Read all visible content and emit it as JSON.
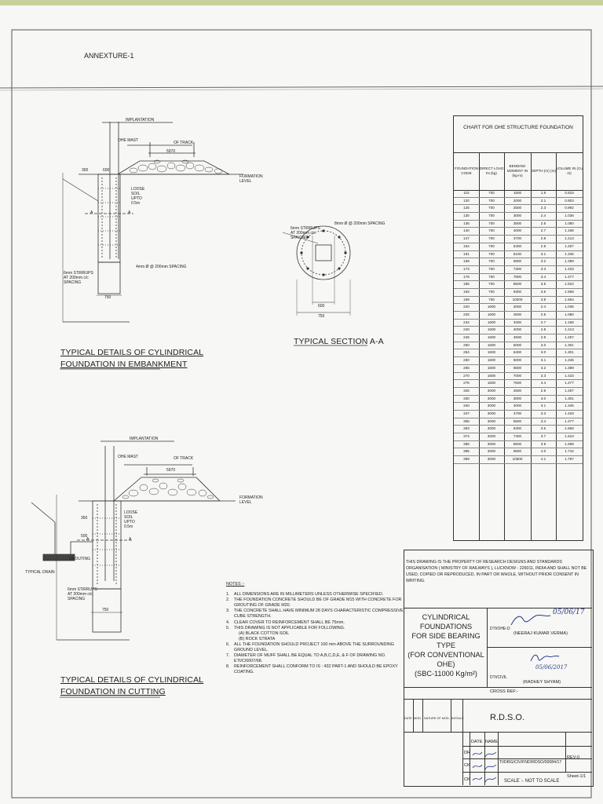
{
  "annexure": "ANNEXTURE-1",
  "views": {
    "embankment": {
      "title_line1": "TYPICAL DETAILS OF CYLINDRICAL",
      "title_line2": "FOUNDATION IN EMBANKMENT"
    },
    "section": {
      "title": "TYPICAL SECTION A-A"
    },
    "cutting": {
      "title_line1": "TYPICAL DETAILS OF CYLINDRICAL",
      "title_line2": "FOUNDATION IN CUTTING"
    }
  },
  "labels": {
    "implantation": "IMPLANTATION",
    "ohe_mast": "OHE MAST",
    "of_track": "OF TRACK",
    "track_dim": "5970",
    "formation_level": "FORMATION LEVEL",
    "loose_soil": "LOOSE SOIL UPTO 0.5m",
    "dim_300": "300",
    "dim_600": "600",
    "dim_750": "750",
    "dim_600_section": "600",
    "dim_750_section": "750",
    "stirrups": "6mm STIRRUPS AT 200mm c/c SPACING",
    "bar_spacing": "8mm Ø @ 200mm SPACING",
    "spacing_4mm": "4mm Ø @ 200mm SPACING",
    "a_mark": "A",
    "grouting": "GROUTING",
    "typical_drain": "TYPICAL DRAIN",
    "dim_350": "350",
    "dim_500": "500"
  },
  "chart": {
    "title": "CHART FOR OHE STRUCTURE FOUNDATION",
    "headers": [
      "FOUNDATION CODE",
      "DIRECT LOAD IN (kg)",
      "BENDING MOMENT IN (kg-m)",
      "DEPTH (m) (m)",
      "VOLUME IN (Cu m)"
    ],
    "rows": [
      [
        "115",
        "700",
        "1500",
        "1.9",
        "0.815"
      ],
      [
        "120",
        "700",
        "2000",
        "2.1",
        "0.903"
      ],
      [
        "125",
        "700",
        "2500",
        "2.3",
        "0.992"
      ],
      [
        "130",
        "700",
        "3000",
        "2.4",
        "1.036"
      ],
      [
        "135",
        "700",
        "3500",
        "2.5",
        "1.080"
      ],
      [
        "140",
        "700",
        "4000",
        "2.7",
        "1.168"
      ],
      [
        "147",
        "700",
        "4700",
        "2.8",
        "1.213"
      ],
      [
        "154",
        "700",
        "5400",
        "2.9",
        "1.257"
      ],
      [
        "161",
        "700",
        "6100",
        "3.1",
        "1.345"
      ],
      [
        "168",
        "700",
        "6800",
        "3.2",
        "1.389"
      ],
      [
        "173",
        "700",
        "7300",
        "3.3",
        "1.433"
      ],
      [
        "178",
        "700",
        "7800",
        "3.4",
        "1.477"
      ],
      [
        "185",
        "700",
        "8500",
        "3.5",
        "1.522"
      ],
      [
        "193",
        "700",
        "9300",
        "3.6",
        "1.566"
      ],
      [
        "199",
        "700",
        "10000",
        "3.8",
        "1.654"
      ],
      [
        "220",
        "1600",
        "2000",
        "2.4",
        "1.036"
      ],
      [
        "225",
        "1600",
        "2500",
        "2.5",
        "1.080"
      ],
      [
        "234",
        "1600",
        "3400",
        "2.7",
        "1.168"
      ],
      [
        "240",
        "1600",
        "4000",
        "2.8",
        "1.213"
      ],
      [
        "245",
        "1600",
        "4500",
        "2.9",
        "1.257"
      ],
      [
        "250",
        "1600",
        "5000",
        "3.0",
        "1.301"
      ],
      [
        "254",
        "1600",
        "5400",
        "3.0",
        "1.301"
      ],
      [
        "260",
        "1600",
        "6000",
        "3.1",
        "1.345"
      ],
      [
        "265",
        "1600",
        "6500",
        "3.2",
        "1.389"
      ],
      [
        "270",
        "1600",
        "7000",
        "3.3",
        "1.433"
      ],
      [
        "275",
        "1600",
        "7500",
        "3.4",
        "1.477"
      ],
      [
        "325",
        "3000",
        "2500",
        "2.9",
        "1.257"
      ],
      [
        "330",
        "3000",
        "3000",
        "3.0",
        "1.301"
      ],
      [
        "340",
        "3000",
        "4000",
        "3.1",
        "1.345"
      ],
      [
        "347",
        "3000",
        "4700",
        "3.3",
        "1.433"
      ],
      [
        "355",
        "3000",
        "5500",
        "3.4",
        "1.477"
      ],
      [
        "363",
        "3000",
        "6300",
        "3.6",
        "1.566"
      ],
      [
        "374",
        "3000",
        "7400",
        "3.7",
        "1.610"
      ],
      [
        "385",
        "3000",
        "8500",
        "3.9",
        "1.698"
      ],
      [
        "395",
        "3000",
        "9500",
        "4.0",
        "1.742"
      ],
      [
        "399",
        "3000",
        "10500",
        "4.1",
        "1.787"
      ]
    ]
  },
  "notes": {
    "title": "NOTES :-",
    "items": [
      {
        "num": "1.",
        "text": "ALL DIMENSIONS ARE IN MILLIMETERS UNLESS OTHERWISE SPECIFIED."
      },
      {
        "num": "2.",
        "text": "THE FOUNDATION CONCRETE SHOULD BE OF GRADE M15 WITH CONCRETE FOR GROUTING OF GRADE M20."
      },
      {
        "num": "3.",
        "text": "THE CONCRETE SHALL HAVE MINIMUM 28 DAYS CHARACTERISTIC COMPRESSIVE CUBE STRENGTH."
      },
      {
        "num": "4.",
        "text": "CLEAR COVER TO REINFORCEMENT SHALL BE 75mm."
      },
      {
        "num": "5.",
        "text": "THIS DRAWING IS NOT APPLICABLE FOR FOLLOWING."
      },
      {
        "num": "",
        "text": "(A)  BLACK COTTON SOIL"
      },
      {
        "num": "",
        "text": "(B)  ROCK STRATA"
      },
      {
        "num": "6.",
        "text": "ALL THE FOUNDATION SHOULD PROJECT 100 mm ABOVE THE SURROUNDING GROUND LEVEL."
      },
      {
        "num": "7.",
        "text": "DIAMETER OF MUFF SHALL BE EQUAL TO A,B,C,D,E, & F OF DRAWING NO. ETI/C/0007/68."
      },
      {
        "num": "8.",
        "text": "REINFORCEMENT SHALL CONFORM TO IS : 432 PART-1 AND SHOULD BE EPOXY COATING."
      }
    ]
  },
  "title_block": {
    "property_notice": "THIS DRAWING IS THE PROPERTY OF RESEARCH DESIGNS AND STANDARDS ORGANISATION ( MINISTRY OF RAILWAYS ), LUCKNOW - 226011, INDIA AND SHALL NOT BE USED, COPIED OR REPRODUCED, IN PART OR WHOLE, WITHOUT PRIOR CONSENT IN WRITING.",
    "title_line1": "CYLINDRICAL FOUNDATIONS",
    "title_line2": "FOR SIDE BEARING TYPE",
    "title_line3": "(FOR CONVENTIONAL OHE)",
    "title_line4": "(SBC-11000 Kg/m²)",
    "sig1_role": "DTI/OHE-D",
    "sig1_name": "(NEERAJ KUMAR VERMA)",
    "sig1_date": "05/06/17",
    "sig2_role": "DTI/CIVIL",
    "sig2_name": "(RADHEY SHYAM)",
    "sig2_date": "05/06/2017",
    "cross_ref": "CROSS REF:-",
    "org": "R.D.S.O.",
    "rev_headers": [
      "DATE",
      "MOD.",
      "NATURE OF MOD.",
      "INITIALS"
    ],
    "date_label": "DATE",
    "name_label": "NAME",
    "dr": "DR",
    "ck1": "CK",
    "ck2": "CK",
    "drawing_no": "TI/DRG/CIV/FND/RDSO/00084/17",
    "rev": "REV-0",
    "sheet": "Sheet-1/1",
    "scale": "SCALE :- NOT TO SCALE"
  }
}
